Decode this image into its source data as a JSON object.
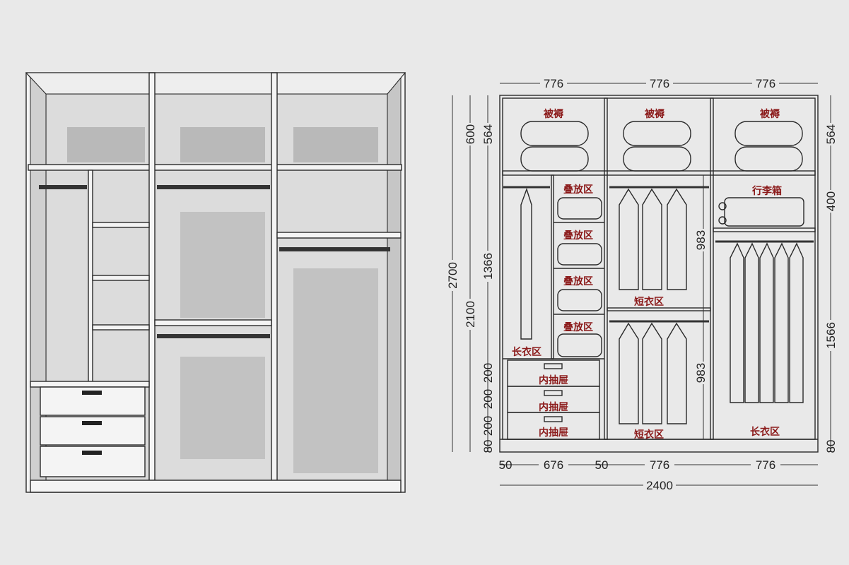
{
  "colors": {
    "background": "#e9e9e9",
    "label": "#8b1a1a",
    "line": "#2a2a2a",
    "rod": "#333333"
  },
  "labels": {
    "quilt": [
      "被褥",
      "被褥",
      "被褥"
    ],
    "folding": [
      "叠放区",
      "叠放区",
      "叠放区",
      "叠放区"
    ],
    "long_coat": [
      "长衣区",
      "长衣区"
    ],
    "short_coat": [
      "短衣区",
      "短衣区"
    ],
    "luggage": "行李箱",
    "drawers": [
      "内抽屉",
      "内抽屉",
      "内抽屉"
    ]
  },
  "dimensions": {
    "top_widths": [
      "776",
      "776",
      "776"
    ],
    "bottom_widths": [
      "50",
      "676",
      "50",
      "776",
      "776"
    ],
    "total_width": "2400",
    "total_height": "2700",
    "left_outer": [
      "600",
      "2100"
    ],
    "left_inner": [
      "564",
      "1366",
      "200",
      "200",
      "200",
      "80"
    ],
    "right": [
      "564",
      "400",
      "1566",
      "80"
    ],
    "middle_rod_heights": [
      "983",
      "983"
    ]
  }
}
